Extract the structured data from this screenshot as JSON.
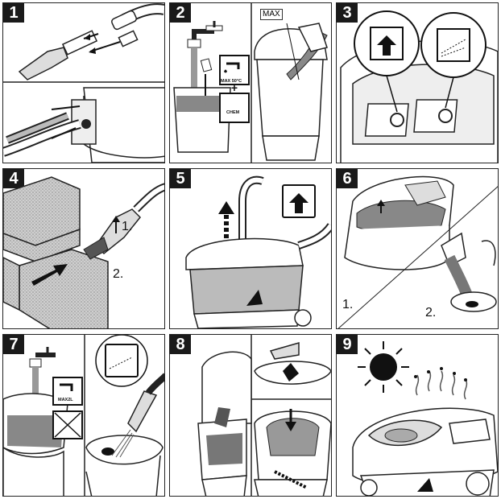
{
  "steps": [
    {
      "number": "1"
    },
    {
      "number": "2",
      "labels": {
        "max_temp": "MAX 50°C",
        "max_fill": "MAX",
        "chem": "CHEM"
      }
    },
    {
      "number": "3"
    },
    {
      "number": "4",
      "labels": {
        "first": "1.",
        "second": "2."
      }
    },
    {
      "number": "5"
    },
    {
      "number": "6",
      "labels": {
        "first": "1.",
        "second": "2."
      }
    },
    {
      "number": "7",
      "labels": {
        "max_volume": "MAX2L"
      }
    },
    {
      "number": "8"
    },
    {
      "number": "9"
    }
  ],
  "colors": {
    "ink": "#1a1a1a",
    "gray": "#9a9a9a",
    "dark_gray": "#555555",
    "fabric": "#c8c8c8"
  }
}
